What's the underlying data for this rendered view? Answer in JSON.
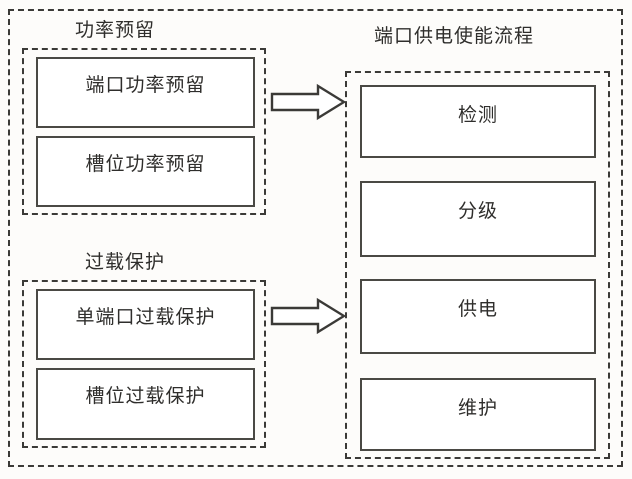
{
  "diagram": {
    "title": "端口供电使能流程",
    "background_color": "#fdfcfa",
    "line_color": "#3b3a37",
    "box_border_color": "#4a4944",
    "box_fill_color": "#ffffff",
    "text_color": "#2f2e2c"
  },
  "left_column": {
    "groups": [
      {
        "title": "功率预留",
        "items": [
          {
            "label": "端口功率预留"
          },
          {
            "label": "槽位功率预留"
          }
        ]
      },
      {
        "title": "过载保护",
        "items": [
          {
            "label": "单端口过载保护"
          },
          {
            "label": "槽位过载保护"
          }
        ]
      }
    ]
  },
  "right_column": {
    "group": {
      "title": "端口供电使能流程",
      "items": [
        {
          "label": "检测"
        },
        {
          "label": "分级"
        },
        {
          "label": "供电"
        },
        {
          "label": "维护"
        }
      ]
    }
  },
  "connectors": [
    {
      "name": "arrow-power-reservation-to-flow",
      "icon": "right-block-arrow"
    },
    {
      "name": "arrow-overload-protection-to-flow",
      "icon": "right-block-arrow"
    }
  ]
}
